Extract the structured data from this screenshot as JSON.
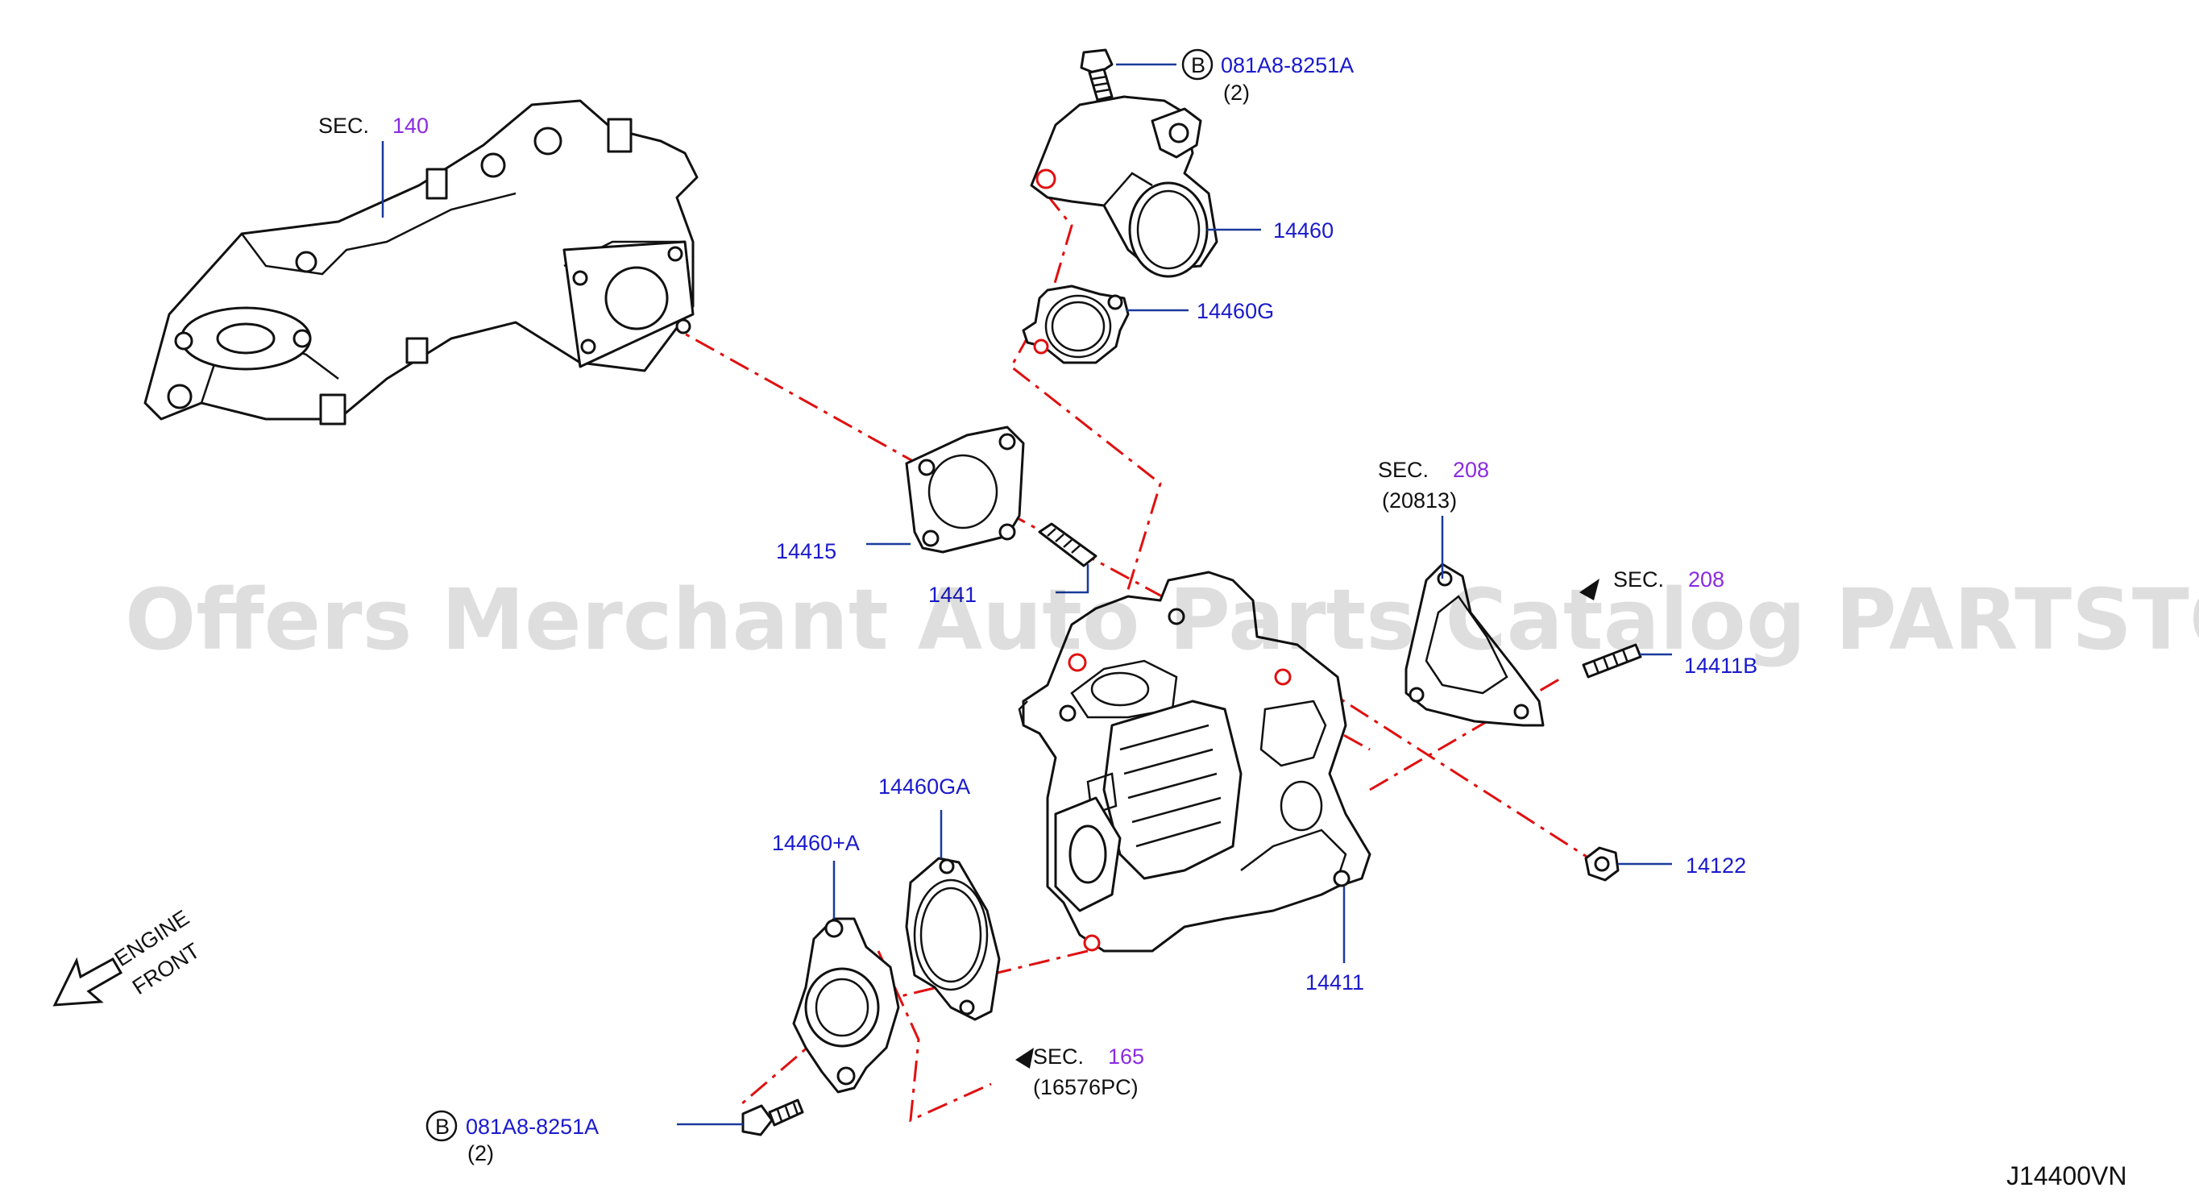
{
  "labels": {
    "sec_140_text": "SEC.",
    "sec_140_num": "140",
    "bolt_top_code": "081A8-8251A",
    "bolt_top_qty": "(2)",
    "bolt_top_circle": "B",
    "p14460": "14460",
    "p14460G": "14460G",
    "p14415": "14415",
    "p1441x": "1441",
    "sec_208a_text": "SEC.",
    "sec_208a_num": "208",
    "sec_208a_sub": "(20813)",
    "sec_208b_text": "SEC.",
    "sec_208b_num": "208",
    "p14411B": "14411B",
    "p14122": "14122",
    "p14411": "14411",
    "p14460GA": "14460GA",
    "p14460A": "14460+A",
    "sec_165_text": "SEC.",
    "sec_165_num": "165",
    "sec_165_sub": "(16576PC)",
    "bolt_bot_code": "081A8-8251A",
    "bolt_bot_qty": "(2)",
    "bolt_bot_circle": "B",
    "engine_front_1": "ENGINE",
    "engine_front_2": "FRONT",
    "diagram_ref": "J14400VN"
  },
  "watermark": "Offers Merchant Auto Parts Catalog PARTSTORE.SA",
  "colors": {
    "part_number": "#1a1acc",
    "section_number": "#8a2be2",
    "centerline": "#e01010",
    "leader": "#1a3a9c"
  }
}
